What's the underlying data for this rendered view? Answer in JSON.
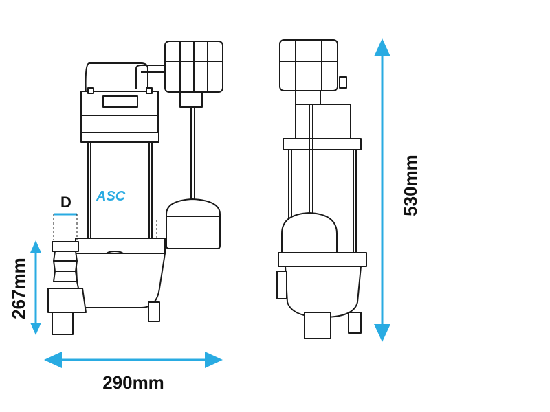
{
  "brand": {
    "logo_text": "ASC"
  },
  "dimensions": {
    "width_label": "290mm",
    "height_label": "530mm",
    "inlet_height_label": "267mm",
    "diameter_label": "D"
  },
  "colors": {
    "dimension_arrow": "#29abe2",
    "outline": "#1a1a1a",
    "text": "#111111",
    "background": "#ffffff"
  }
}
